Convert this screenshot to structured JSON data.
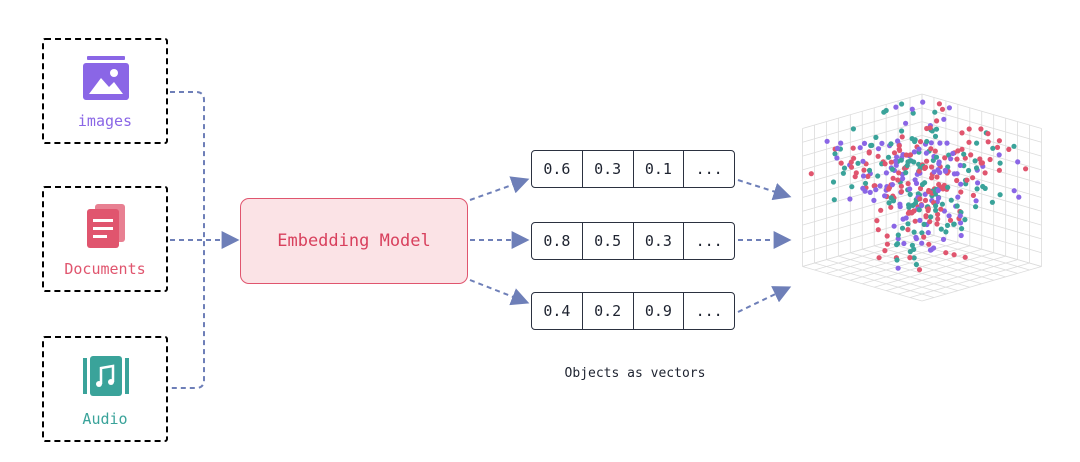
{
  "sources": [
    {
      "label": "images",
      "icon": "image-icon",
      "color": "#8a66e6"
    },
    {
      "label": "Documents",
      "icon": "document-icon",
      "color": "#e0556e"
    },
    {
      "label": "Audio",
      "icon": "music-icon",
      "color": "#3aa39a"
    }
  ],
  "model": {
    "label": "Embedding Model",
    "color": "#e0556e"
  },
  "vectors": [
    [
      "0.6",
      "0.3",
      "0.1",
      "..."
    ],
    [
      "0.8",
      "0.5",
      "0.3",
      "..."
    ],
    [
      "0.4",
      "0.2",
      "0.9",
      "..."
    ]
  ],
  "caption": "Objects as vectors",
  "connector_color": "#6e7fb8",
  "point_colors": [
    "#e0556e",
    "#8a66e6",
    "#3aa39a"
  ]
}
